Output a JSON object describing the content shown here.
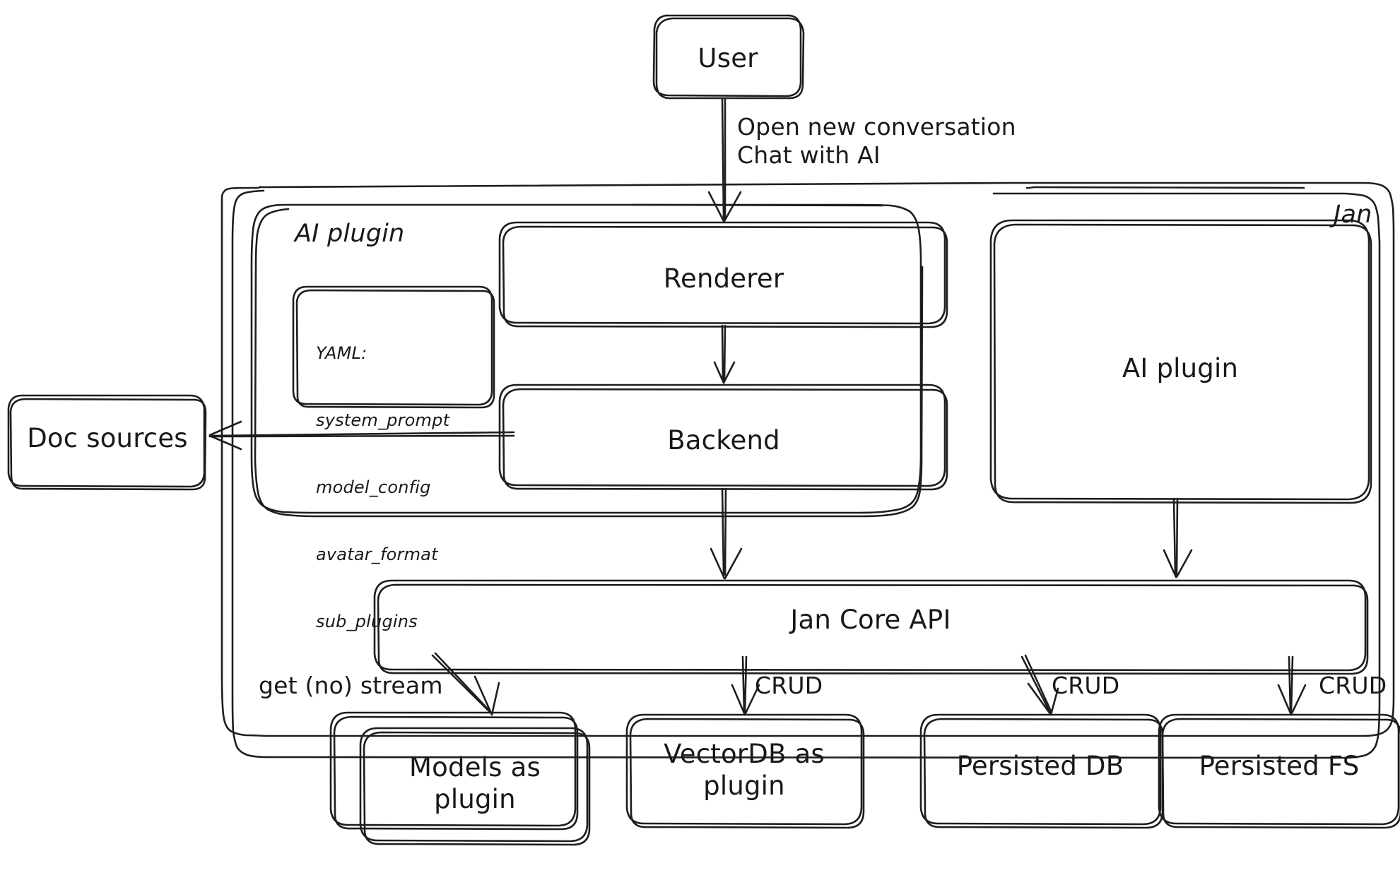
{
  "diagram": {
    "title": "Jan architecture",
    "style": "hand-drawn",
    "stroke_color": "#1e1e1e",
    "background_color": "#ffffff",
    "text_color": "#191919"
  },
  "nodes": {
    "user": {
      "label": "User"
    },
    "doc_sources": {
      "label": "Doc sources"
    },
    "jan_container": {
      "label": "Jan"
    },
    "ai_plugin_group": {
      "label": "AI plugin"
    },
    "yaml_card": {
      "lines": [
        "YAML:",
        "system_prompt",
        "model_config",
        "avatar_format",
        "sub_plugins"
      ]
    },
    "renderer": {
      "label": "Renderer"
    },
    "backend": {
      "label": "Backend"
    },
    "ai_plugin_right": {
      "label": "AI plugin"
    },
    "jan_core_api": {
      "label": "Jan Core API"
    },
    "models_plugin": {
      "label": "Models as\nplugin"
    },
    "vectordb_plugin": {
      "label": "VectorDB as\nplugin"
    },
    "persisted_db": {
      "label": "Persisted DB"
    },
    "persisted_fs": {
      "label": "Persisted FS"
    }
  },
  "edges": {
    "user_to_renderer": {
      "label": "Open new conversation\nChat with AI"
    },
    "renderer_to_backend": {
      "label": ""
    },
    "backend_to_doc_sources": {
      "label": ""
    },
    "backend_to_core": {
      "label": ""
    },
    "ai_plugin_to_core": {
      "label": ""
    },
    "core_to_models": {
      "label": "get (no) stream"
    },
    "core_to_vectordb": {
      "label": "CRUD"
    },
    "core_to_persisted_db": {
      "label": "CRUD"
    },
    "core_to_persisted_fs": {
      "label": "CRUD"
    }
  }
}
